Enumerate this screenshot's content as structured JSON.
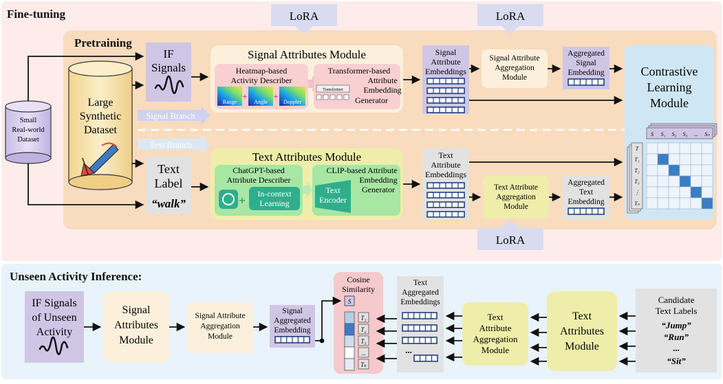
{
  "headers": {
    "finetuning": "Fine-tuning",
    "pretraining": "Pretraining",
    "inference": "Unseen Activity Inference:"
  },
  "lora": {
    "label": "LoRA"
  },
  "datasets": {
    "small": [
      "Small",
      "Real-world",
      "Dataset"
    ],
    "large": [
      "Large",
      "Synthetic",
      "Dataset"
    ]
  },
  "if_signals": [
    "IF",
    "Signals"
  ],
  "text_label": {
    "title": [
      "Text",
      "Label"
    ],
    "example": "“walk”"
  },
  "signal_module": {
    "title": "Signal Attributes Module",
    "heatmap": [
      "Heatmap-based",
      "Activity Describer"
    ],
    "heatmap_labels": [
      "Range",
      "Angle",
      "Doppler"
    ],
    "transformer": [
      "Transformer-based",
      "Attribute",
      "Embedding",
      "Generator"
    ],
    "transformer_label": "Transformer"
  },
  "text_module": {
    "title": "Text Attributes Module",
    "chatgpt": [
      "ChatGPT-based",
      "Attribute Describer"
    ],
    "incontext": [
      "In-context",
      "Learning"
    ],
    "clip": [
      "CLIP-based Attribute",
      "Embedding",
      "Generator"
    ],
    "encoder": [
      "Text",
      "Encoder"
    ]
  },
  "branches": {
    "signal": "Signal Branch",
    "text": "Text Branch"
  },
  "signal_attr_embeddings": [
    "Signal",
    "Attribute",
    "Embeddings"
  ],
  "text_attr_embeddings": [
    "Text",
    "Attribute",
    "Embeddings"
  ],
  "signal_agg_module": [
    "Signal Attribute",
    "Aggregation",
    "Module"
  ],
  "text_agg_module": [
    "Text Attribute",
    "Aggregation",
    "Module"
  ],
  "agg_signal_embedding": [
    "Aggregated",
    "Signal",
    "Embedding"
  ],
  "agg_text_embedding": [
    "Aggregated",
    "Text",
    "Embedding"
  ],
  "contrastive": [
    "Contrastive",
    "Learning",
    "Module"
  ],
  "matrix": {
    "s_labels": [
      "S",
      "S₁",
      "S₂",
      "S₃",
      "...",
      "Sₙ"
    ],
    "t_labels": [
      "T",
      "T₁",
      "T₂",
      "T₃",
      "⋮",
      "Tₙ"
    ]
  },
  "inference": {
    "if_unseen": [
      "IF Signals",
      "of Unseen",
      "Activity"
    ],
    "signal_module": [
      "Signal",
      "Attributes",
      "Module"
    ],
    "signal_agg": [
      "Signal Attribute",
      "Aggregation",
      "Module"
    ],
    "signal_agg_emb": [
      "Signal",
      "Aggregated",
      "Embedding"
    ],
    "cosine": [
      "Cosine",
      "Similarity"
    ],
    "cosine_s": "S",
    "cosine_t": [
      "T₁",
      "T₂",
      "T₃",
      "...",
      "Tₖ"
    ],
    "text_agg_embs": [
      "Text",
      "Aggregated",
      "Embeddings"
    ],
    "dots": "...",
    "text_agg": [
      "Text",
      "Attribute",
      "Aggregation",
      "Module"
    ],
    "text_module": [
      "Text",
      "Attributes",
      "Module"
    ],
    "candidates_title": [
      "Candidate",
      "Text Labels"
    ],
    "candidates": [
      "“Jump”",
      "“Run”",
      "...",
      "“Sit”"
    ]
  },
  "colors": {
    "finetune_bg": "#fdecea",
    "pretrain_bg": "#f8dcbd",
    "inference_bg": "#e9f3fb",
    "purple": "#cfc6e6",
    "cream": "#fcf0dc",
    "yellow": "#eeeeaa",
    "gray": "#e2e2e2",
    "blue": "#cfe6f5",
    "lora": "#d9dcf1",
    "green": "#7ed37e"
  }
}
